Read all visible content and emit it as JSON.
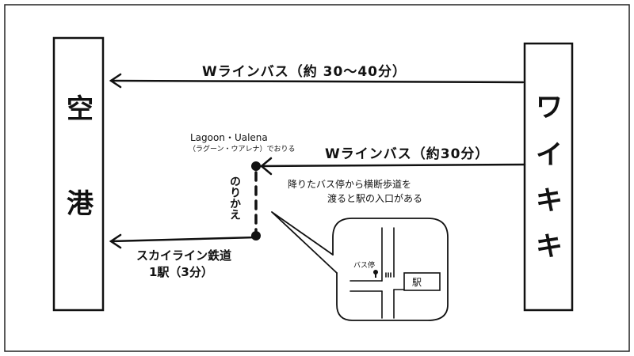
{
  "locations": {
    "airport": [
      "空",
      "港"
    ],
    "waikiki": [
      "ワ",
      "イ",
      "キ",
      "キ"
    ]
  },
  "routes": {
    "direct_bus": "Wラインバス（約 30～40分）",
    "bus_to_transfer": "Wラインバス（約30分）",
    "rail_line": "スカイライン鉄道",
    "rail_detail": "1駅（3分）"
  },
  "transfer": {
    "stop_name": "Lagoon・Ualena",
    "stop_note": "（ラグーン・ウアレナ）でおりる",
    "label": "のりかえ"
  },
  "callout": {
    "line1": "降りたバス停から横断歩道を",
    "line2": "渡ると駅の入口がある",
    "bus_stop_label": "バス停",
    "station_label": "駅"
  }
}
